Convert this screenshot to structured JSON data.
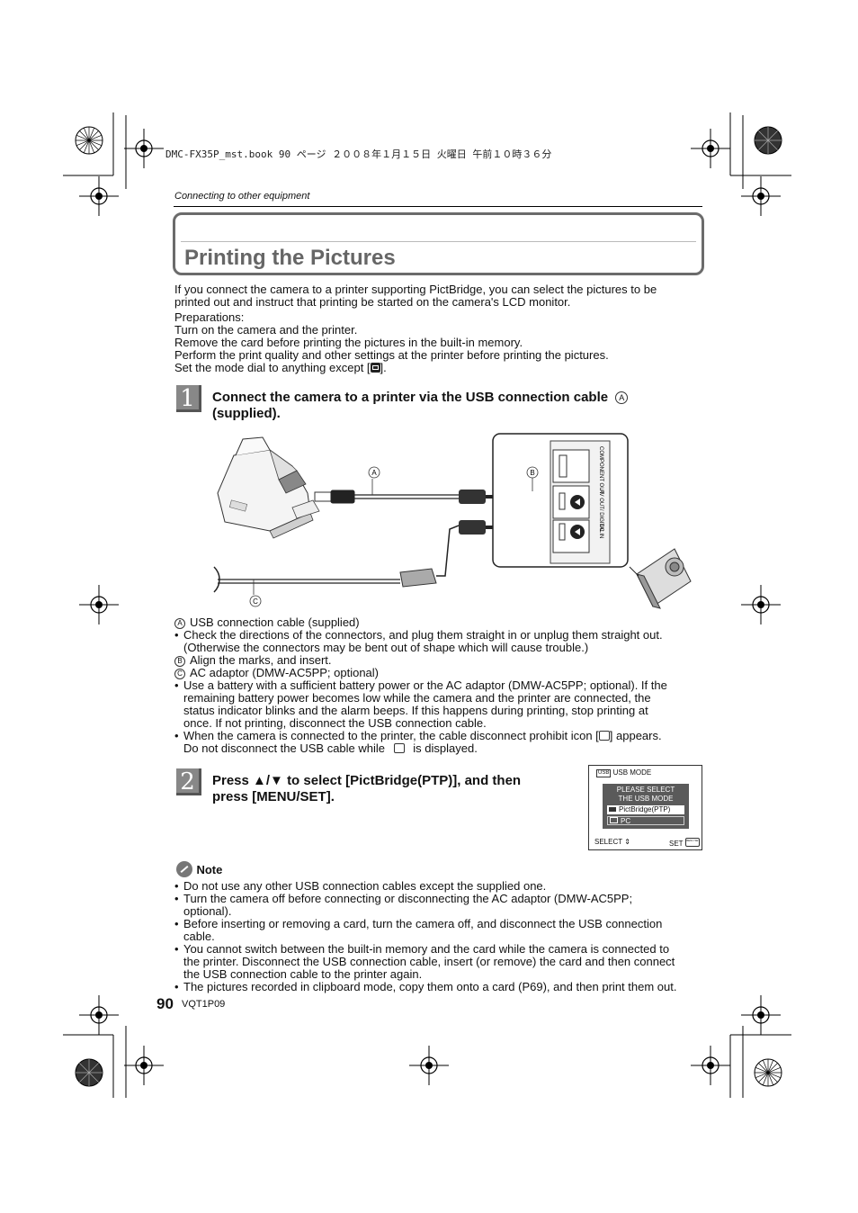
{
  "print_header": "DMC-FX35P_mst.book  90 ページ  ２００８年１月１５日  火曜日  午前１０時３６分",
  "section_label": "Connecting to other equipment",
  "title": "Printing the Pictures",
  "intro": {
    "line1": "If you connect the camera to a printer supporting PictBridge, you can select the pictures to be",
    "line2": "printed out and instruct that printing be started on the camera's LCD monitor.",
    "prep_label": "Preparations:",
    "prep1": "Turn on the camera and the printer.",
    "prep2": "Remove the card before printing the pictures in the built-in memory.",
    "prep3": "Perform the print quality and other settings at the printer before printing the pictures.",
    "prep4_a": "Set the mode dial to anything except [",
    "prep4_b": "]."
  },
  "step1": {
    "number": "1",
    "line1": "Connect the camera to a printer via the USB connection cable",
    "marker": "A",
    "line2": "(supplied)."
  },
  "diagram": {
    "label_a": "A",
    "label_b": "B",
    "label_c": "C",
    "port1": "COMPONENT OUT",
    "port2": "AV OUT/ DIGITAL",
    "port3": "DC IN"
  },
  "legend": {
    "a_mark": "A",
    "a_text": "USB connection cable (supplied)",
    "a_bullet1": "Check the directions of the connectors, and plug them straight in or unplug them straight out.",
    "a_bullet2": "(Otherwise the connectors may be bent out of shape which will cause trouble.)",
    "b_mark": "B",
    "b_text": "Align the marks, and insert.",
    "c_mark": "C",
    "c_text": "AC adaptor (DMW-AC5PP; optional)",
    "c_bullet1_l1": "Use a battery with a sufficient battery power or the AC adaptor (DMW-AC5PP; optional). If the",
    "c_bullet1_l2": "remaining battery power becomes low while the camera and the printer are connected, the",
    "c_bullet1_l3": "status indicator blinks and the alarm beeps. If this happens during printing, stop printing at",
    "c_bullet1_l4": "once. If not printing, disconnect the USB connection cable.",
    "c_bullet2_l1a": "When the camera is connected to the printer, the cable disconnect prohibit icon [",
    "c_bullet2_l1b": "] appears.",
    "c_bullet2_l2a": "Do not disconnect the USB cable while",
    "c_bullet2_l2b": "is displayed."
  },
  "step2": {
    "number": "2",
    "line1": "Press ▲/▼ to select [PictBridge(PTP)], and then",
    "line2": "press [MENU/SET]."
  },
  "lcd": {
    "mode_label": "USB MODE",
    "mode_icon": "USB",
    "prompt1": "PLEASE SELECT",
    "prompt2": "THE USB MODE",
    "option1": "PictBridge(PTP)",
    "option2": "PC",
    "select": "SELECT",
    "set": "SET",
    "menu_badge": "MENU SET"
  },
  "note": {
    "title": "Note",
    "b1": "Do not use any other USB connection cables except the supplied one.",
    "b2_l1": "Turn the camera off before connecting or disconnecting the AC adaptor (DMW-AC5PP;",
    "b2_l2": "optional).",
    "b3_l1": "Before inserting or removing a card, turn the camera off, and disconnect the USB connection",
    "b3_l2": "cable.",
    "b4_l1": "You cannot switch between the built-in memory and the card while the camera is connected to",
    "b4_l2": "the printer. Disconnect the USB connection cable, insert (or remove) the card and then connect",
    "b4_l3": "the USB connection cable to the printer again.",
    "b5": "The pictures recorded in clipboard mode, copy them onto a card (P69), and then print them out."
  },
  "footer": {
    "page_number": "90",
    "code": "VQT1P09"
  },
  "colors": {
    "title_gray": "#666666",
    "step_box": "#888888",
    "lcd_dark": "#555555"
  }
}
